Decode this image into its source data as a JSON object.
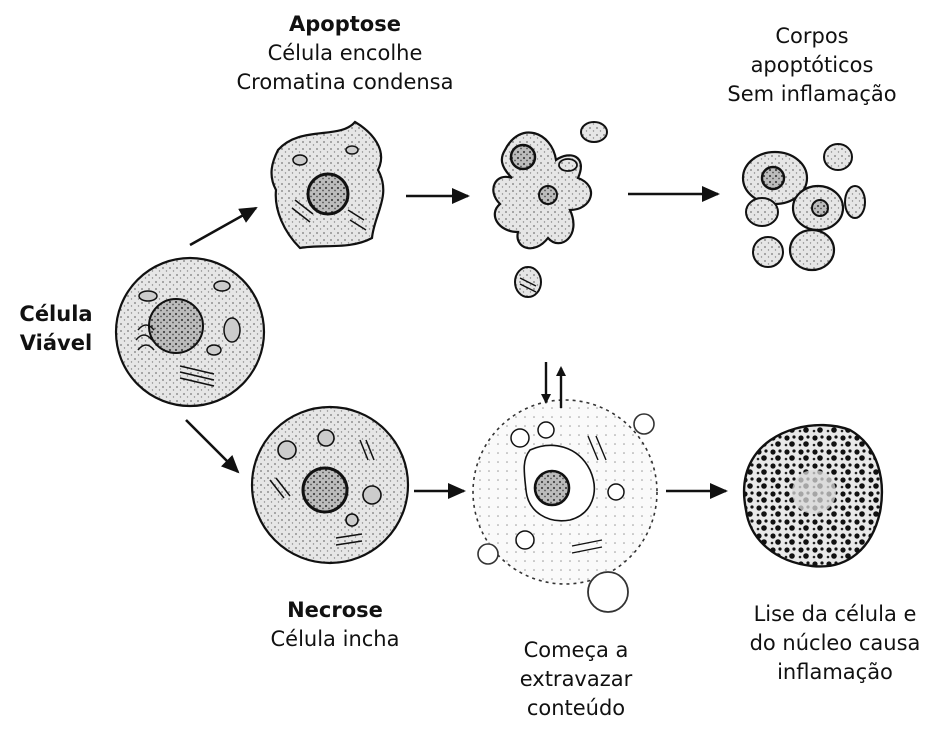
{
  "viable": {
    "line1": "Célula",
    "line2": "Viável"
  },
  "apoptosis": {
    "title": "Apoptose",
    "line1": "Célula encolhe",
    "line2": "Cromatina condensa"
  },
  "apoptotic_bodies": {
    "line1": "Corpos",
    "line2": "apoptóticos",
    "line3": "Sem inflamação"
  },
  "necrosis": {
    "title": "Necrose",
    "line1": "Célula incha"
  },
  "leak": {
    "line1": "Começa a",
    "line2": "extravazar",
    "line3": "conteúdo"
  },
  "lysis": {
    "line1": "Lise da célula e",
    "line2": "do núcleo causa",
    "line3": "inflamação"
  },
  "colors": {
    "ink": "#111111",
    "cell_fill": "#e4e4e4",
    "nucleus_fill": "#a9a9a9"
  }
}
